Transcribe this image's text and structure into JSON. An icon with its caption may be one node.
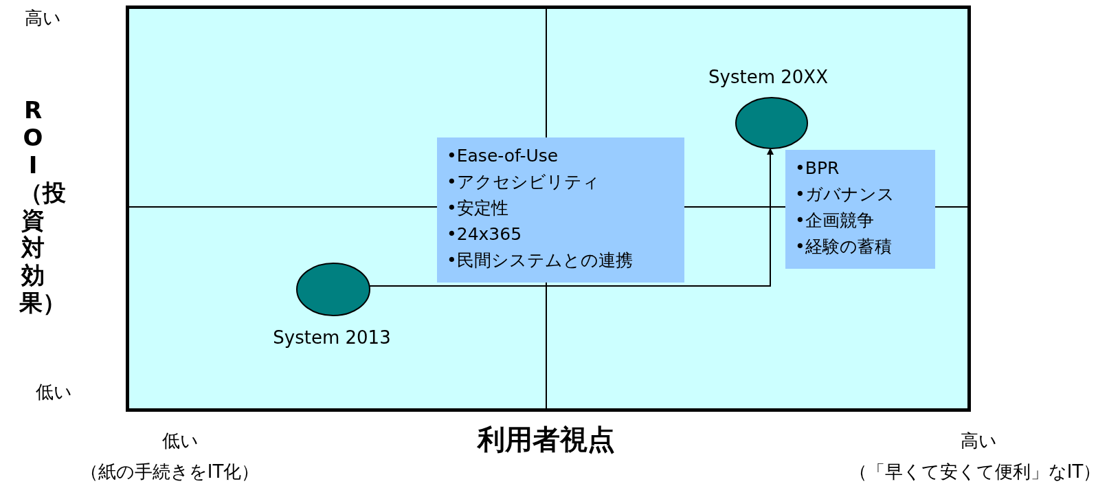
{
  "diagram": {
    "nodes": [
      {
        "text": [],
        "shape": "ellipse",
        "beside": [
          "System 2013"
        ]
      },
      {
        "text": [],
        "shape": "ellipse",
        "beside": [
          "System 20XX"
        ]
      },
      {
        "text": [
          "•Ease-of-Use",
          "•アクセシビリティ",
          "•安定性",
          "•24x365",
          "•民間システムとの連携"
        ]
      },
      {
        "text": [
          "•BPR",
          "•ガバナンス",
          "•企画競争",
          "•経験の蓄積"
        ]
      }
    ],
    "edges": [
      {
        "from": 0,
        "to": 1,
        "arrow": "to"
      }
    ],
    "labels": [
      "高い",
      "ROI（投資対効果）",
      "低い",
      "低い",
      "利用者視点",
      "高い",
      "（紙の手続きをIT化）",
      "（「早くて安くて便利」なIT）"
    ]
  }
}
